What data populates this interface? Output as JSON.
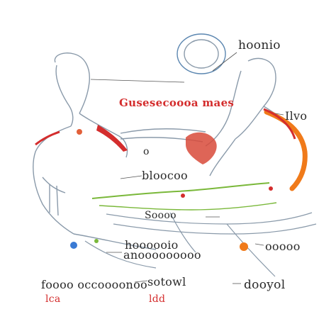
{
  "diagram": {
    "title": "Gusesecoooa maes",
    "labels": {
      "top_right": "hoonio",
      "right_mid": "Ilvo",
      "left_a": "o",
      "left_b": "bloocoo",
      "center_a": "Soooo",
      "center_b": "hoooooio",
      "right_c": "ooooo",
      "center_c": "anooooooooo",
      "bottom_left": "foooo occoooonoo",
      "bottom_mid": "sotowl",
      "bottom_right": "dooyol",
      "bottom_left_red": "lca",
      "bottom_mid_red": "ldd"
    },
    "colors": {
      "outline": "#8a9aaa",
      "red_accent": "#d42d2d",
      "orange_accent": "#f07a1a",
      "nerve_green": "#7ab83a",
      "vessel_gray": "#b8c2cc"
    }
  }
}
